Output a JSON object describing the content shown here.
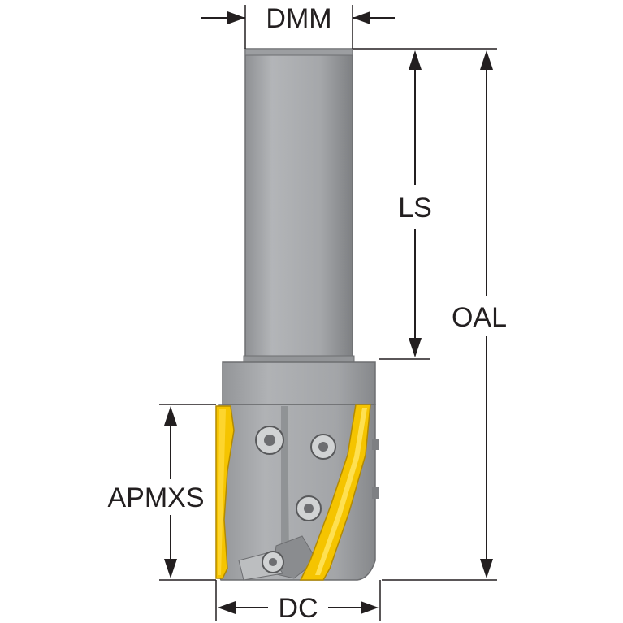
{
  "labels": {
    "dmm": "DMM",
    "ls": "LS",
    "oal": "OAL",
    "apmxs": "APMXS",
    "dc": "DC"
  },
  "colors": {
    "shank_fill": "#a9abae",
    "shank_edge": "#6d6e71",
    "body_fill": "#a7a9ac",
    "insert_yellow": "#f5c400",
    "insert_dark": "#c99a00",
    "screw_fill": "#d1d3d4",
    "line": "#231f20"
  },
  "icons": {
    "arrow": "triangle-arrowhead",
    "screw": "torx-screw-head"
  }
}
